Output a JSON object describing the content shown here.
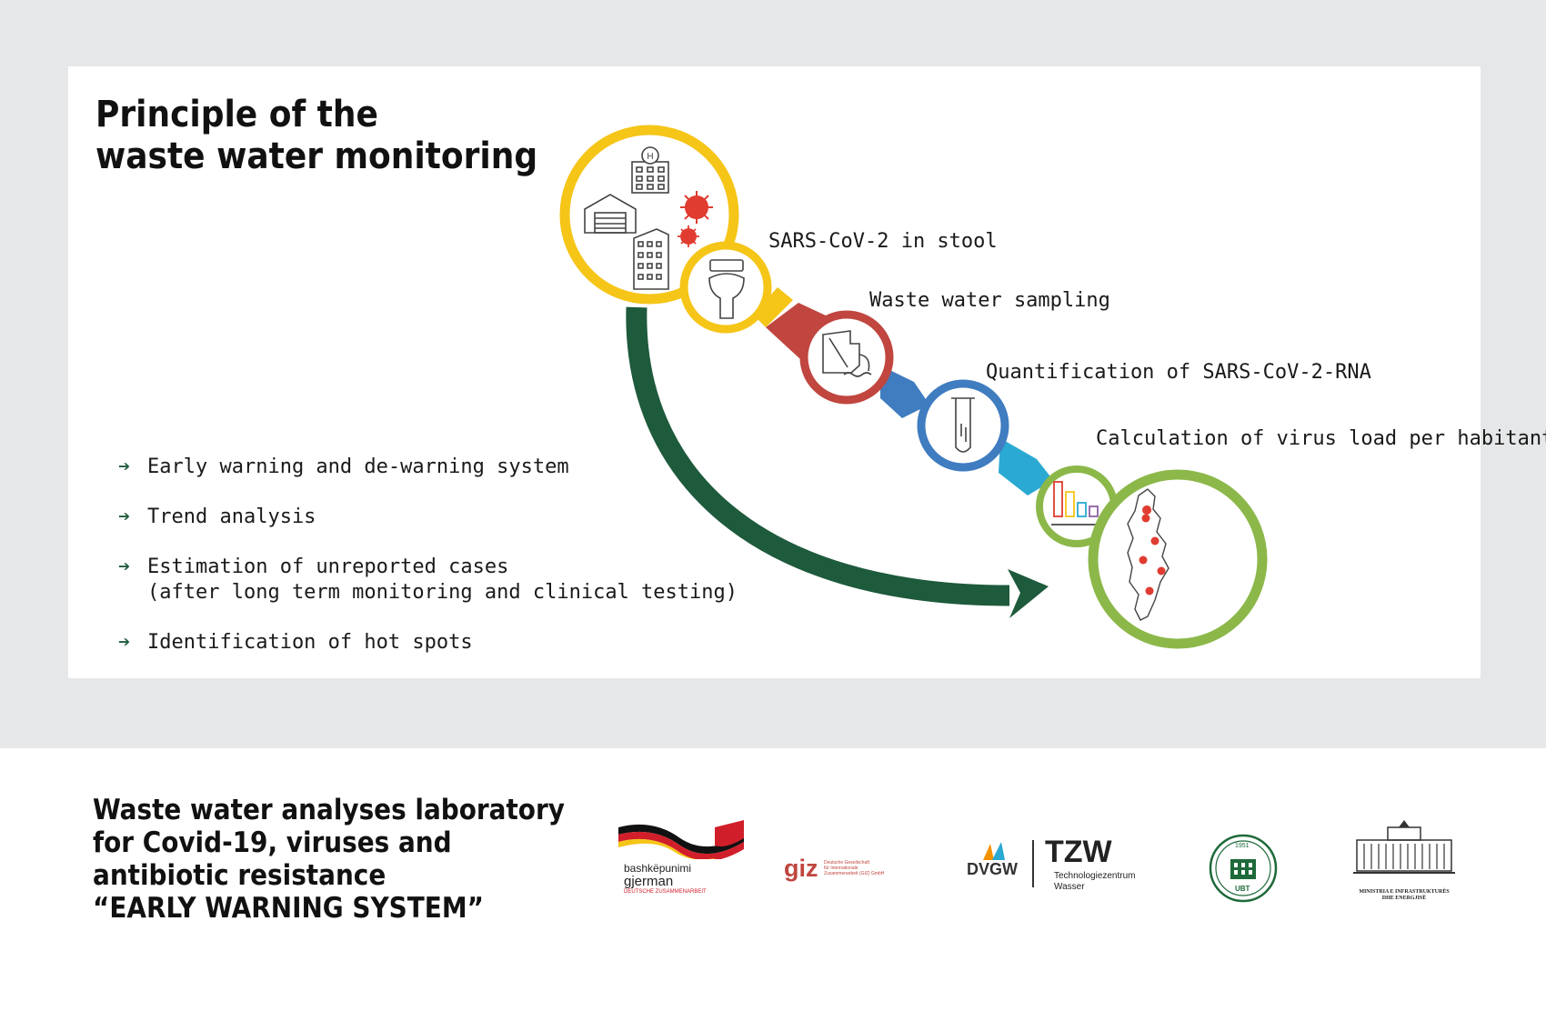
{
  "panel": {
    "title": "Principle of the\nwaste water monitoring",
    "steps": [
      {
        "label": "SARS-CoV-2 in stool"
      },
      {
        "label": "Waste water sampling"
      },
      {
        "label": "Quantification of SARS-CoV-2-RNA"
      },
      {
        "label": "Calculation of virus load per habitant"
      }
    ],
    "benefits": [
      "Early warning and de-warning system",
      "Trend analysis",
      "Estimation of unreported cases\n(after long term monitoring and clinical testing)",
      "Identification of hot spots"
    ]
  },
  "footer": {
    "title": "Waste water analyses laboratory\nfor Covid-19, viruses and\nantibiotic resistance\n“EARLY WARNING SYSTEM”",
    "logos": {
      "bashkepunimi": {
        "line1": "bashkëpunimi",
        "line2": "gjerman",
        "line3": "DEUTSCHE ZUSAMMENARBEIT"
      },
      "giz": {
        "mark": "giz",
        "line1": "Deutsche Gesellschaft",
        "line2": "für Internationale",
        "line3": "Zusammenarbeit (GIZ) GmbH"
      },
      "dvgw_tzw": {
        "dvgw": "DVGW",
        "tzw": "TZW",
        "line1": "Technologiezentrum",
        "line2": "Wasser"
      },
      "ubt": {
        "year": "1951",
        "name": "UBT"
      },
      "ministry": {
        "line1": "MINISTRIA E INFRASTRUKTURËS",
        "line2": "DHE ENERGJISË"
      }
    }
  },
  "colors": {
    "yellow": "#f5c518",
    "red": "#c0463f",
    "blue": "#3f7cc0",
    "cyan": "#2aa9d2",
    "green": "#8cb84a",
    "dark_green": "#1e5a3c",
    "virus_red": "#e03c31"
  }
}
